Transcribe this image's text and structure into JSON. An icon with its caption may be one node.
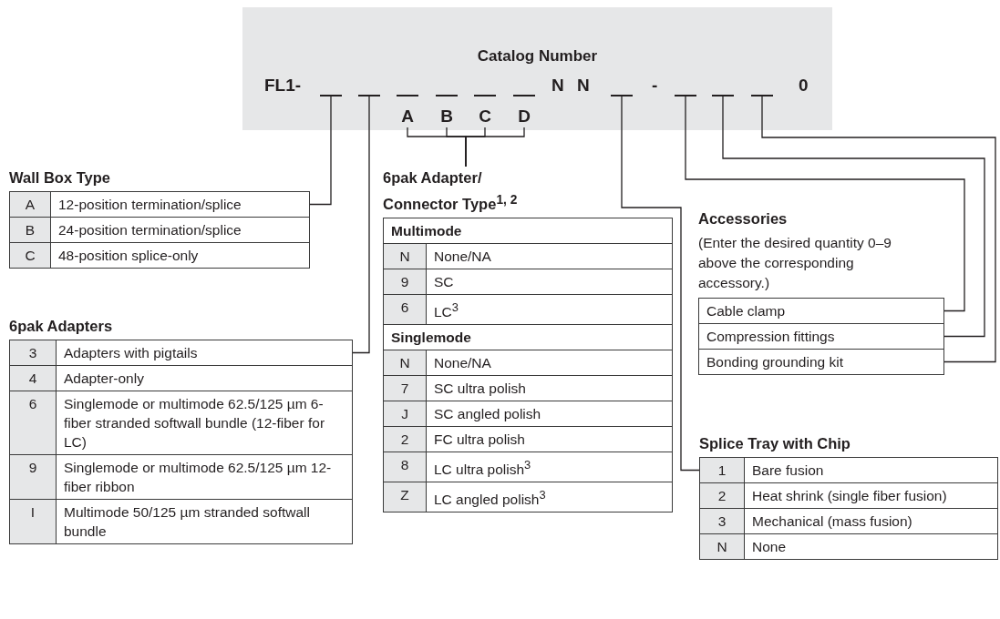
{
  "diagram": {
    "nodes": [
      {
        "text": [
          "Catalog Number"
        ]
      },
      {
        "text": [],
        "shape": "bar",
        "in": 0
      },
      {
        "text": [],
        "shape": "bar",
        "in": 0
      },
      {
        "text": [],
        "shape": "bar",
        "in": 0
      },
      {
        "text": [],
        "shape": "bar",
        "in": 0
      },
      {
        "text": [],
        "shape": "bar",
        "in": 0
      },
      {
        "text": [],
        "shape": "bar",
        "in": 0
      },
      {
        "text": [],
        "shape": "bar",
        "in": 0
      },
      {
        "text": [],
        "shape": "bar",
        "in": 0
      },
      {
        "text": [],
        "shape": "bar",
        "in": 0
      },
      {
        "text": [],
        "shape": "bar",
        "in": 0
      },
      {
        "text": [
          "A"
        ],
        "in": 0
      },
      {
        "text": [
          "B"
        ],
        "in": 0
      },
      {
        "text": [
          "C"
        ],
        "in": 0
      },
      {
        "text": [
          "D"
        ],
        "in": 0
      },
      {
        "text": [
          "Wall Box Type"
        ]
      },
      {
        "text": [
          "A",
          "12-position termination/splice"
        ],
        "in": 15
      },
      {
        "text": [
          "B",
          "24-position termination/splice"
        ],
        "in": 15
      },
      {
        "text": [
          "C",
          "48-position splice-only"
        ],
        "in": 15
      },
      {
        "text": [
          "6pak Adapters"
        ]
      },
      {
        "text": [
          "3",
          "Adapters with pigtails"
        ],
        "in": 19
      },
      {
        "text": [
          "4",
          "Adapter-only"
        ],
        "in": 19
      },
      {
        "text": [
          "6",
          "Singlemode or multimode 62.5/125 µm 6-fiber stranded softwall bundle (12-fiber for LC)"
        ],
        "in": 19
      },
      {
        "text": [
          "9",
          "Singlemode or multimode 62.5/125 µm 12-fiber ribbon"
        ],
        "in": 19
      },
      {
        "text": [
          "I",
          "Multimode 50/125 µm stranded softwall bundle"
        ],
        "in": 19
      },
      {
        "text": [
          "6pak Adapter/ Connector Type$^{1, 2}$"
        ]
      },
      {
        "text": [
          "Multimode"
        ],
        "in": 25
      },
      {
        "text": [
          "N",
          "None/NA"
        ],
        "in": 25
      },
      {
        "text": [
          "9",
          "SC"
        ],
        "in": 25
      },
      {
        "text": [
          "6",
          "LC$^{3}$"
        ],
        "in": 25
      },
      {
        "text": [
          "Singlemode"
        ],
        "in": 25
      },
      {
        "text": [
          "N",
          "None/NA"
        ],
        "in": 25
      },
      {
        "text": [
          "7",
          "SC ultra polish"
        ],
        "in": 25
      },
      {
        "text": [
          "J",
          "SC angled polish"
        ],
        "in": 25
      },
      {
        "text": [
          "2",
          "FC ultra polish"
        ],
        "in": 25
      },
      {
        "text": [
          "8",
          "LC ultra polish$^{3}$"
        ],
        "in": 25
      },
      {
        "text": [
          "Z",
          "LC angled polish$^{3}$"
        ],
        "in": 25
      },
      {
        "text": [
          "Accessories",
          "(Enter the desired quantity 0–9 above the corresponding accessory.)"
        ]
      },
      {
        "text": [
          "Cable clamp"
        ],
        "in": 37
      },
      {
        "text": [
          "Compression fittings"
        ],
        "in": 37
      },
      {
        "text": [
          "Bonding grounding kit"
        ],
        "in": 37
      },
      {
        "text": [
          "Splice Tray with Chip"
        ]
      },
      {
        "text": [
          "1",
          "Bare fusion"
        ],
        "in": 41
      },
      {
        "text": [
          "2",
          "Heat shrink (single fiber fusion)"
        ],
        "in": 41
      },
      {
        "text": [
          "3",
          "Mechanical (mass fusion)"
        ],
        "in": 41
      },
      {
        "text": [
          "N",
          "None"
        ],
        "in": 41
      }
    ],
    "edges": [
      {
        "from": 1,
        "to": 16,
        "arrow": "none"
      },
      {
        "from": 2,
        "to": 20,
        "arrow": "none"
      },
      {
        "from": 11,
        "to": 25,
        "arrow": "none"
      },
      {
        "from": 12,
        "to": 25,
        "arrow": "none"
      },
      {
        "from": 13,
        "to": 25,
        "arrow": "none"
      },
      {
        "from": 14,
        "to": 25,
        "arrow": "none"
      },
      {
        "from": 7,
        "to": 42,
        "arrow": "none"
      },
      {
        "from": 8,
        "to": 38,
        "arrow": "none"
      },
      {
        "from": 9,
        "to": 39,
        "arrow": "none"
      },
      {
        "from": 10,
        "to": 40,
        "arrow": "none"
      }
    ],
    "labels": [
      "FL1-",
      "N",
      "N",
      "-",
      "0"
    ]
  }
}
